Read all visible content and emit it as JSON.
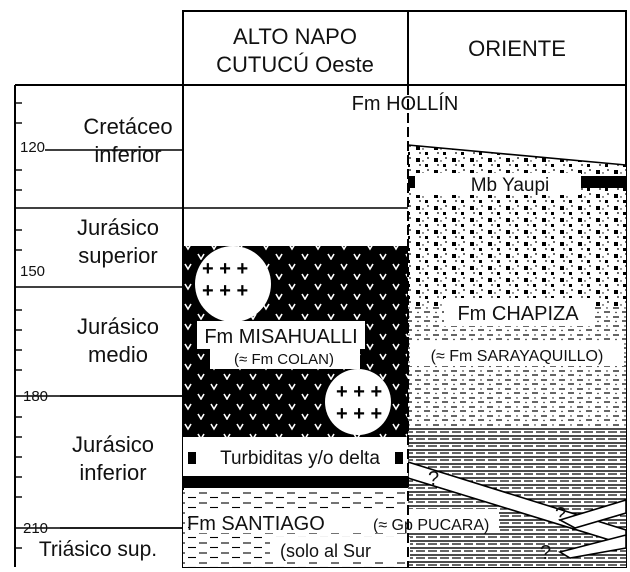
{
  "columns": {
    "left_header_line1": "ALTO NAPO",
    "left_header_line2": "CUTUCÚ Oeste",
    "right_header": "ORIENTE"
  },
  "periods": [
    {
      "line1": "Cretáceo",
      "line2": "inferior"
    },
    {
      "line1": "Jurásico",
      "line2": "superior"
    },
    {
      "line1": "Jurásico",
      "line2": "medio"
    },
    {
      "line1": "Jurásico",
      "line2": "inferior"
    },
    {
      "line1": "Triásico sup.",
      "line2": ""
    }
  ],
  "ages": [
    "120",
    "150",
    "180",
    "210"
  ],
  "formations": {
    "hollin": "Fm HOLLÍN",
    "yaupi": "Mb Yaupi",
    "misahualli": "Fm MISAHUALLI",
    "colan": "(≈ Fm COLAN)",
    "chapiza": "Fm CHAPIZA",
    "sarayaquillo": "(≈ Fm SARAYAQUILLO)",
    "turbiditas": "Turbiditas y/o delta",
    "santiago": "Fm SANTIAGO",
    "pucara": "(≈ Gp PUCARA)",
    "solo_sur": "(solo al Sur"
  },
  "question_mark": "?"
}
